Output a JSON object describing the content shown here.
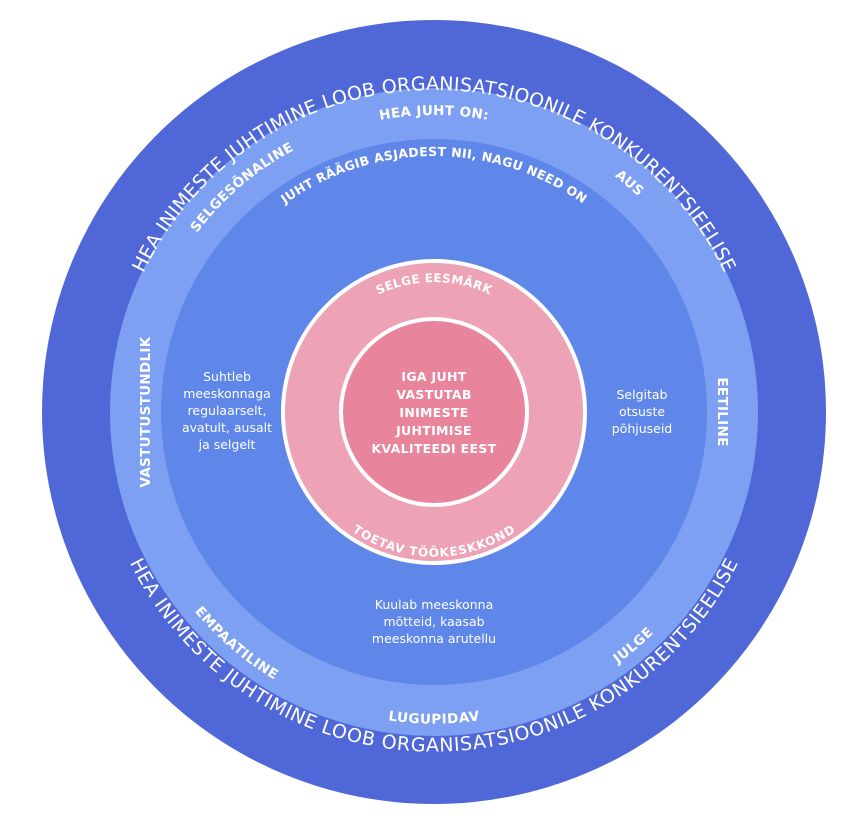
{
  "outer_ring": {
    "top": "HEA INIMESTE JUHTIMINE LOOB ORGANISATSIOONILE KONKURENTSIEELISE",
    "bottom": "HEA INIMESTE JUHTIMINE LOOB ORGANISATSIOONILE KONKURENTSIEELISE"
  },
  "traits_ring": {
    "header": "HEA JUHT ON:",
    "traits": [
      "AUS",
      "EETILINE",
      "JULGE",
      "LUGUPIDAV",
      "EMPAATILINE",
      "VASTUTUSTUNDLIK",
      "SELGESÕNALINE"
    ]
  },
  "behaviors_ring": {
    "top": "JUHT RÄÄGIB ASJADEST NII, NAGU NEED ON",
    "left": "Suhtleb meeskonnaga regulaarselt, avatult, ausalt ja selgelt",
    "right": "Selgitab otsuste põhjuseid",
    "bottom": "Kuulab meeskonna mõtteid, kaasab meeskonna arutellu"
  },
  "pink_ring": {
    "top": "SELGE EESMÄRK",
    "bottom": "TOETAV TÖÖKESKKOND"
  },
  "core": {
    "text": "IGA JUHT VASTUTAB INIMESTE JUHTIMISE KVALITEEDI EEST"
  },
  "colors": {
    "outer": "#5067D8",
    "traits": "#7EA0F2",
    "behaviors": "#5F86E9",
    "pink_ring": "#EDA2B5",
    "core": "#E9849D",
    "separator": "#ffffff"
  }
}
